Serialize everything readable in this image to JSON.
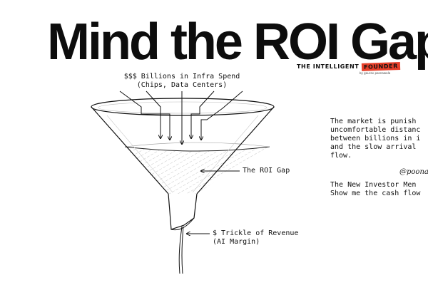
{
  "title": "Mind the ROI Gap",
  "brand": {
    "prefix": "THE INTELLIGENT ",
    "highlight": "FOUNDER",
    "sub": "by gaurav poonawala"
  },
  "funnel": {
    "infra_label_line1": "$$$ Billions in Infra Spend",
    "infra_label_line2": "(Chips, Data Centers)",
    "gap_label": "The ROI Gap",
    "trickle_label_line1": "$ Trickle of Revenue",
    "trickle_label_line2": "(AI Margin)"
  },
  "paragraph": [
    "The market is punish",
    "uncomfortable distanc",
    "between billions in i",
    "and the slow arrival",
    "flow."
  ],
  "signature": "@poonaw",
  "quote": [
    "The New Investor Men",
    "Show me the cash flow"
  ],
  "colors": {
    "accent": "#e8402a",
    "ink": "#111111"
  }
}
